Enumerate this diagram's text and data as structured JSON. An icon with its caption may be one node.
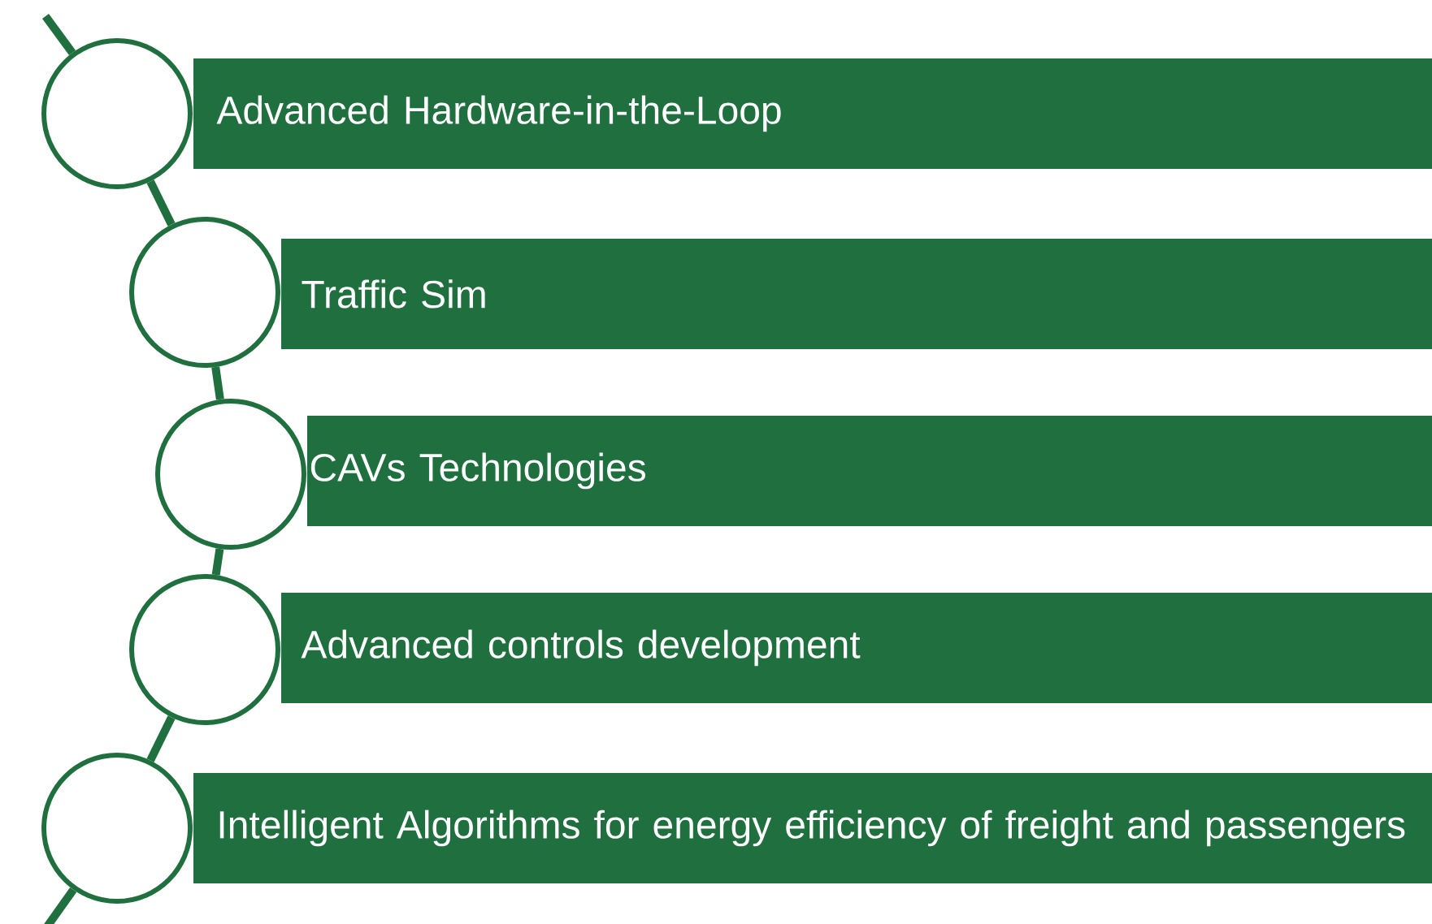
{
  "diagram": {
    "nodes": [
      {
        "text": [
          "Advanced Hardware-in-the-Loop"
        ]
      },
      {
        "text": [
          "Traffic Sim"
        ]
      },
      {
        "text": [
          "CAVs Technologies"
        ]
      },
      {
        "text": [
          "Advanced controls development"
        ]
      },
      {
        "text": [
          "Intelligent Algorithms for energy efficiency of freight and passengers"
        ]
      },
      {
        "text": [],
        "shape": "circle"
      },
      {
        "text": [],
        "shape": "circle"
      },
      {
        "text": [],
        "shape": "circle"
      },
      {
        "text": [],
        "shape": "circle"
      },
      {
        "text": [],
        "shape": "circle"
      }
    ],
    "edges": [
      {
        "from": null,
        "to": 5,
        "arrow": "none"
      },
      {
        "from": 5,
        "to": 6,
        "arrow": "none"
      },
      {
        "from": 6,
        "to": 7,
        "arrow": "none"
      },
      {
        "from": 7,
        "to": 8,
        "arrow": "none"
      },
      {
        "from": 8,
        "to": 9,
        "arrow": "none"
      },
      {
        "from": 9,
        "to": null,
        "arrow": "none"
      }
    ]
  }
}
